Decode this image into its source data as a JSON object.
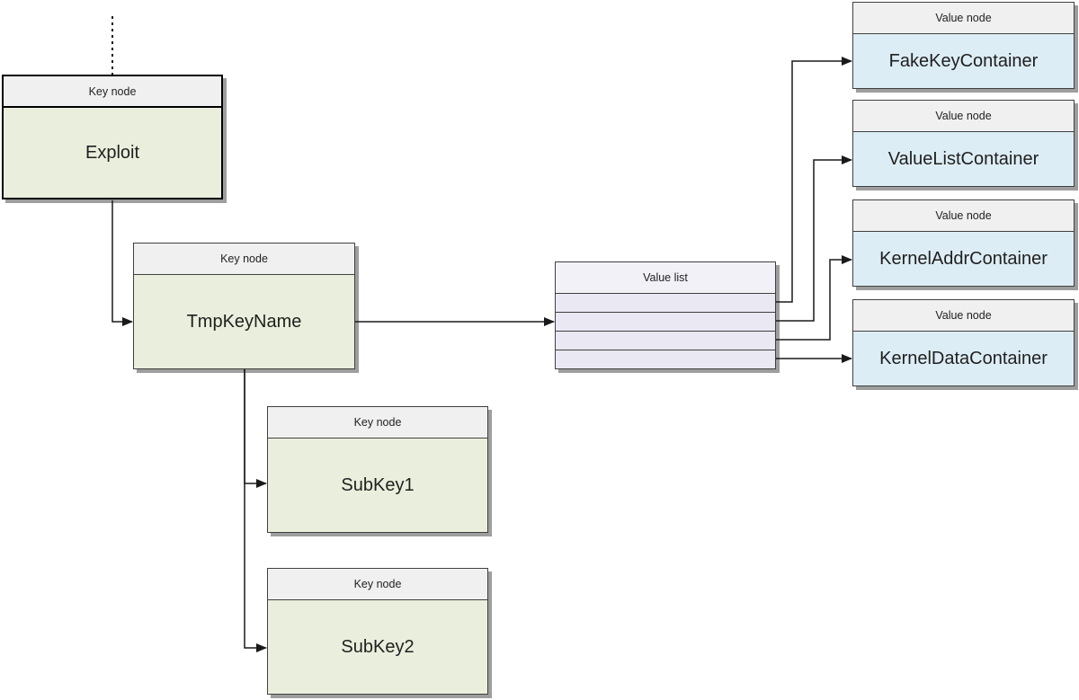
{
  "nodes": {
    "exploit": {
      "header": "Key node",
      "label": "Exploit"
    },
    "tmpkeyname": {
      "header": "Key node",
      "label": "TmpKeyName"
    },
    "subkey1": {
      "header": "Key node",
      "label": "SubKey1"
    },
    "subkey2": {
      "header": "Key node",
      "label": "SubKey2"
    },
    "value_list": {
      "header": "Value list",
      "row_count": 4
    },
    "fakekeycontainer": {
      "header": "Value node",
      "label": "FakeKeyContainer"
    },
    "valuelistcontainer": {
      "header": "Value node",
      "label": "ValueListContainer"
    },
    "kerneladdrcontainer": {
      "header": "Value node",
      "label": "KernelAddrContainer"
    },
    "kerneldatacontainer": {
      "header": "Value node",
      "label": "KernelDataContainer"
    }
  },
  "edges": [
    {
      "from": "offscreen-parent",
      "to": "Exploit",
      "style": "dotted-line"
    },
    {
      "from": "Exploit",
      "to": "TmpKeyName",
      "style": "arrow"
    },
    {
      "from": "TmpKeyName",
      "to": "Value list",
      "style": "arrow"
    },
    {
      "from": "TmpKeyName",
      "to": "SubKey1",
      "style": "arrow"
    },
    {
      "from": "TmpKeyName",
      "to": "SubKey2",
      "style": "arrow"
    },
    {
      "from": "Value list row 1",
      "to": "FakeKeyContainer",
      "style": "arrow"
    },
    {
      "from": "Value list row 2",
      "to": "ValueListContainer",
      "style": "arrow"
    },
    {
      "from": "Value list row 3",
      "to": "KernelAddrContainer",
      "style": "arrow"
    },
    {
      "from": "Value list row 4",
      "to": "KernelDataContainer",
      "style": "arrow"
    }
  ],
  "colors": {
    "key_node_body": "#e9efdc",
    "value_node_body": "#ddedf5",
    "value_list_row": "#eae8f2",
    "value_list_header": "#f2f1f7",
    "node_header": "#f0f0f0",
    "border": "#404040",
    "border_strong": "#000000",
    "shadow": "#9e9e9e",
    "connector": "#1a1a1a",
    "text": "#1f1f1f",
    "background": "#ffffff"
  }
}
